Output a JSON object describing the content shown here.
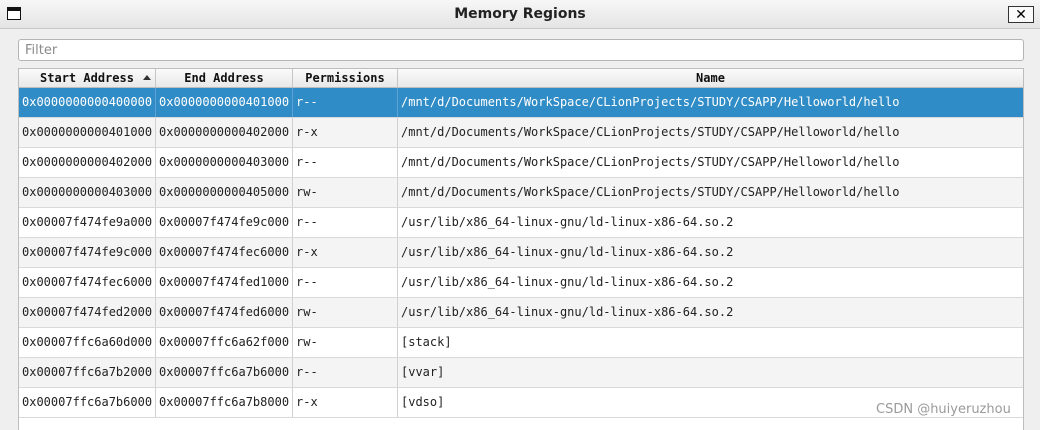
{
  "window": {
    "title": "Memory Regions",
    "close_label": "✕"
  },
  "filter": {
    "placeholder": "Filter",
    "value": ""
  },
  "table": {
    "columns": [
      "Start Address",
      "End Address",
      "Permissions",
      "Name"
    ],
    "sort_column": "Start Address",
    "sort_direction": "ascending",
    "selected_row": 0,
    "rows": [
      [
        "0x0000000000400000",
        "0x0000000000401000",
        "r--",
        "/mnt/d/Documents/WorkSpace/CLionProjects/STUDY/CSAPP/Helloworld/hello"
      ],
      [
        "0x0000000000401000",
        "0x0000000000402000",
        "r-x",
        "/mnt/d/Documents/WorkSpace/CLionProjects/STUDY/CSAPP/Helloworld/hello"
      ],
      [
        "0x0000000000402000",
        "0x0000000000403000",
        "r--",
        "/mnt/d/Documents/WorkSpace/CLionProjects/STUDY/CSAPP/Helloworld/hello"
      ],
      [
        "0x0000000000403000",
        "0x0000000000405000",
        "rw-",
        "/mnt/d/Documents/WorkSpace/CLionProjects/STUDY/CSAPP/Helloworld/hello"
      ],
      [
        "0x00007f474fe9a000",
        "0x00007f474fe9c000",
        "r--",
        "/usr/lib/x86_64-linux-gnu/ld-linux-x86-64.so.2"
      ],
      [
        "0x00007f474fe9c000",
        "0x00007f474fec6000",
        "r-x",
        "/usr/lib/x86_64-linux-gnu/ld-linux-x86-64.so.2"
      ],
      [
        "0x00007f474fec6000",
        "0x00007f474fed1000",
        "r--",
        "/usr/lib/x86_64-linux-gnu/ld-linux-x86-64.so.2"
      ],
      [
        "0x00007f474fed2000",
        "0x00007f474fed6000",
        "rw-",
        "/usr/lib/x86_64-linux-gnu/ld-linux-x86-64.so.2"
      ],
      [
        "0x00007ffc6a60d000",
        "0x00007ffc6a62f000",
        "rw-",
        "[stack]"
      ],
      [
        "0x00007ffc6a7b2000",
        "0x00007ffc6a7b6000",
        "r--",
        "[vvar]"
      ],
      [
        "0x00007ffc6a7b6000",
        "0x00007ffc6a7b8000",
        "r-x",
        "[vdso]"
      ]
    ]
  },
  "watermark": "CSDN @huiyeruzhou"
}
